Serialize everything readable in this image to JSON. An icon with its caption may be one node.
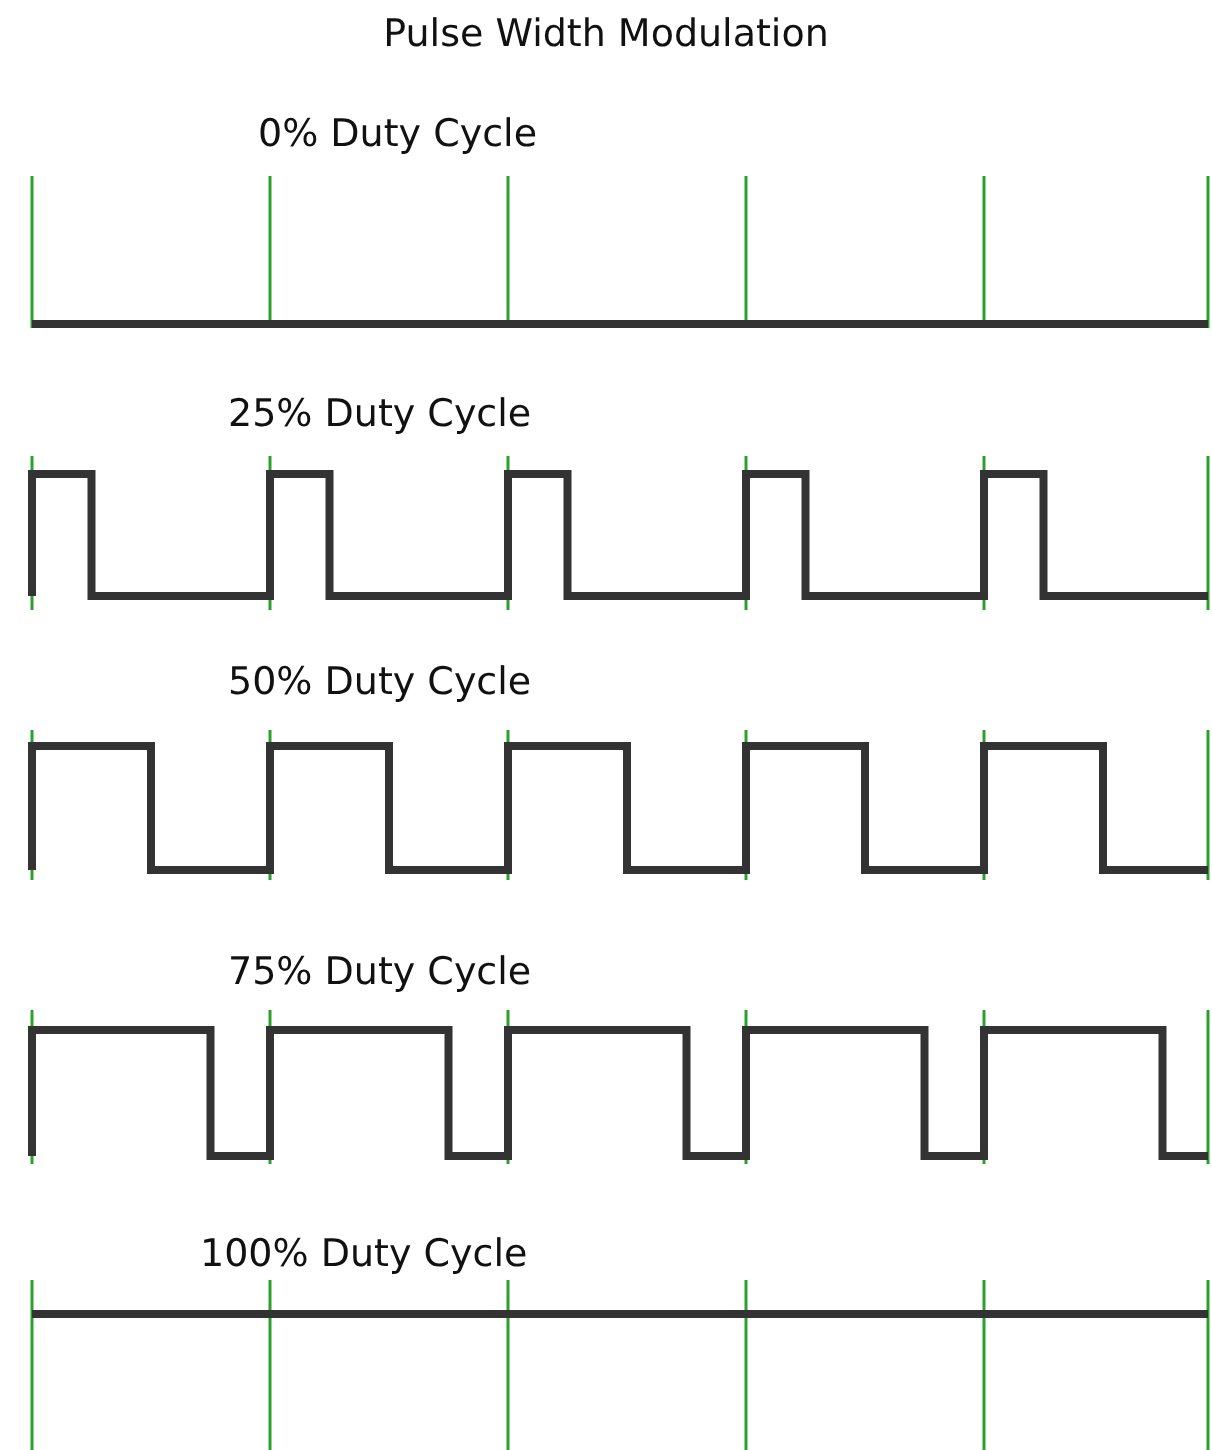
{
  "diagram": {
    "title": "Pulse Width Modulation",
    "labels": [
      "0% Duty Cycle",
      "25% Duty Cycle",
      "50% Duty Cycle",
      "75% Duty Cycle",
      "100% Duty Cycle"
    ]
  }
}
